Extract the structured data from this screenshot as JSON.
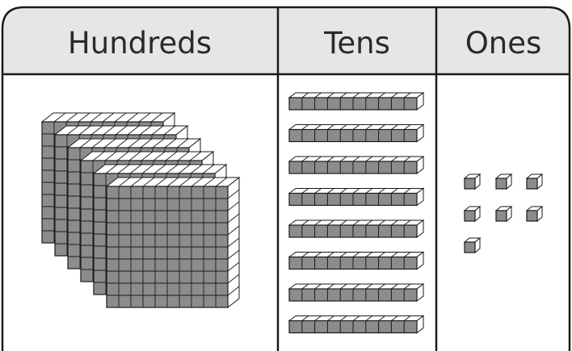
{
  "table": {
    "headers": [
      "Hundreds",
      "Tens",
      "Ones"
    ],
    "header_fill": "#e6e6e6",
    "block_fill": "#8c8c8c",
    "block_top_fill": "#ffffff",
    "line_color": "#1a1a1a"
  },
  "blocks": {
    "hundreds": {
      "count": 6,
      "label": "hundred-flat"
    },
    "tens": {
      "count": 8,
      "label": "ten-rod"
    },
    "ones": {
      "count": 7,
      "label": "unit-cube"
    }
  }
}
